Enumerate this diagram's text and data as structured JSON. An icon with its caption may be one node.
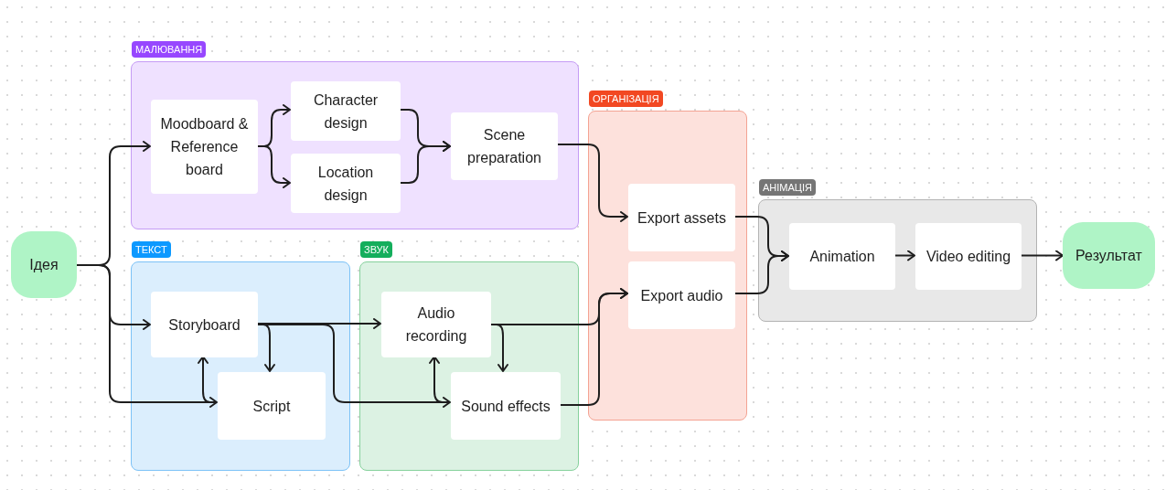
{
  "diagram": {
    "nodes": [
      {
        "text": [
          "Ідея"
        ]
      },
      {
        "text": [
          "МАЛЮВАННЯ"
        ]
      },
      {
        "text": [
          "Moodboard & Reference board"
        ],
        "in": 1
      },
      {
        "text": [
          "Character design"
        ],
        "in": 1
      },
      {
        "text": [
          "Location design"
        ],
        "in": 1
      },
      {
        "text": [
          "Scene preparation"
        ],
        "in": 1
      },
      {
        "text": [
          "ТЕКСТ"
        ]
      },
      {
        "text": [
          "Storyboard"
        ],
        "in": 6
      },
      {
        "text": [
          "Script"
        ],
        "in": 6
      },
      {
        "text": [
          "ЗВУК"
        ]
      },
      {
        "text": [
          "Audio recording"
        ],
        "in": 9
      },
      {
        "text": [
          "Sound effects"
        ],
        "in": 9
      },
      {
        "text": [
          "ОРГАНІЗАЦІЯ"
        ]
      },
      {
        "text": [
          "Export assets"
        ],
        "in": 12
      },
      {
        "text": [
          "Export audio"
        ],
        "in": 12
      },
      {
        "text": [
          "АНІМАЦІЯ"
        ]
      },
      {
        "text": [
          "Animation"
        ],
        "in": 15
      },
      {
        "text": [
          "Video editing"
        ],
        "in": 15
      },
      {
        "text": [
          "Результат"
        ]
      }
    ],
    "edges": [
      {
        "from": 0,
        "to": 2,
        "arrow": "to"
      },
      {
        "from": 0,
        "to": 7,
        "arrow": "to"
      },
      {
        "from": 0,
        "to": 8,
        "arrow": "to"
      },
      {
        "from": 2,
        "to": 3,
        "arrow": "to"
      },
      {
        "from": 2,
        "to": 4,
        "arrow": "to"
      },
      {
        "from": 3,
        "to": 5,
        "arrow": "to"
      },
      {
        "from": 4,
        "to": 5,
        "arrow": "to"
      },
      {
        "from": 5,
        "to": 13,
        "arrow": "to"
      },
      {
        "from": 7,
        "to": 8,
        "arrow": "to"
      },
      {
        "from": 8,
        "to": 7,
        "arrow": "to"
      },
      {
        "from": 7,
        "to": 10,
        "arrow": "to"
      },
      {
        "from": 7,
        "to": 11,
        "arrow": "to"
      },
      {
        "from": 11,
        "to": 10,
        "arrow": "to"
      },
      {
        "from": 10,
        "to": 11,
        "arrow": "to"
      },
      {
        "from": 10,
        "to": 14,
        "arrow": "to"
      },
      {
        "from": 11,
        "to": 14,
        "arrow": "to"
      },
      {
        "from": 13,
        "to": 16,
        "arrow": "to"
      },
      {
        "from": 14,
        "to": 16,
        "arrow": "to"
      },
      {
        "from": 16,
        "to": 17,
        "arrow": "to"
      },
      {
        "from": 17,
        "to": 18,
        "arrow": "to"
      }
    ]
  }
}
